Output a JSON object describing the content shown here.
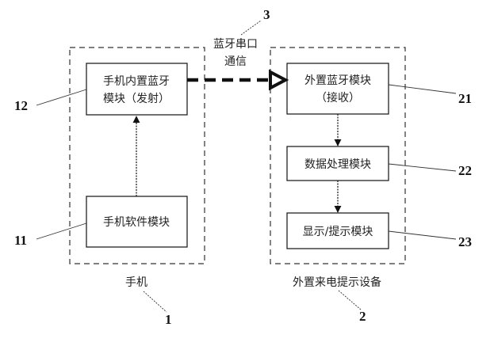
{
  "diagram": {
    "type": "block-diagram",
    "groups": [
      {
        "id": "1",
        "number": "1",
        "caption": "手机",
        "modules": [
          {
            "id": "12",
            "number": "12",
            "lines": [
              "手机内置蓝牙",
              "模块（发射）"
            ]
          },
          {
            "id": "11",
            "number": "11",
            "lines": [
              "手机软件模块"
            ]
          }
        ]
      },
      {
        "id": "2",
        "number": "2",
        "caption": "外置来电提示设备",
        "modules": [
          {
            "id": "21",
            "number": "21",
            "lines": [
              "外置蓝牙模块",
              "（接收）"
            ]
          },
          {
            "id": "22",
            "number": "22",
            "lines": [
              "数据处理模块"
            ]
          },
          {
            "id": "23",
            "number": "23",
            "lines": [
              "显示/提示模块"
            ]
          }
        ]
      }
    ],
    "link": {
      "number": "3",
      "lines": [
        "蓝牙串口",
        "通信"
      ],
      "from": "12",
      "to": "21",
      "style": "thick-dashed"
    },
    "arrows": [
      {
        "from": "11",
        "to": "12",
        "style": "dotted"
      },
      {
        "from": "21",
        "to": "22",
        "style": "dotted"
      },
      {
        "from": "22",
        "to": "23",
        "style": "dotted"
      }
    ]
  }
}
